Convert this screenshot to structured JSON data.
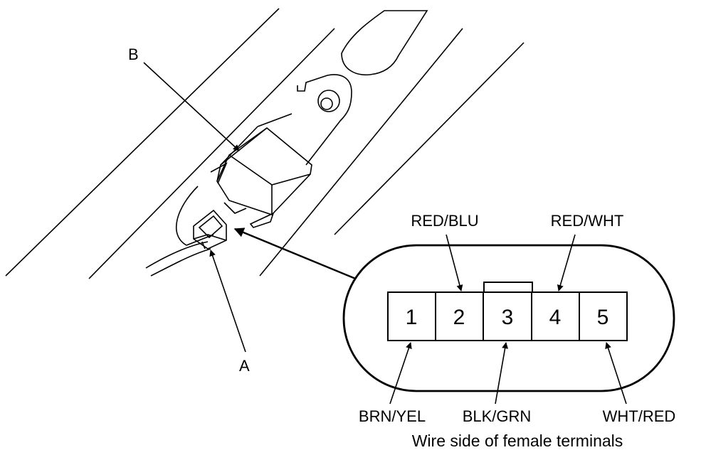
{
  "callouts": {
    "a": "A",
    "b": "B"
  },
  "connector": {
    "pins": [
      "1",
      "2",
      "3",
      "4",
      "5"
    ],
    "wires": {
      "pin1": "BRN/YEL",
      "pin2": "RED/BLU",
      "pin3": "BLK/GRN",
      "pin4": "RED/WHT",
      "pin5": "WHT/RED"
    },
    "caption": "Wire side of female terminals"
  },
  "colors": {
    "ink": "#000000",
    "paper": "#ffffff"
  }
}
